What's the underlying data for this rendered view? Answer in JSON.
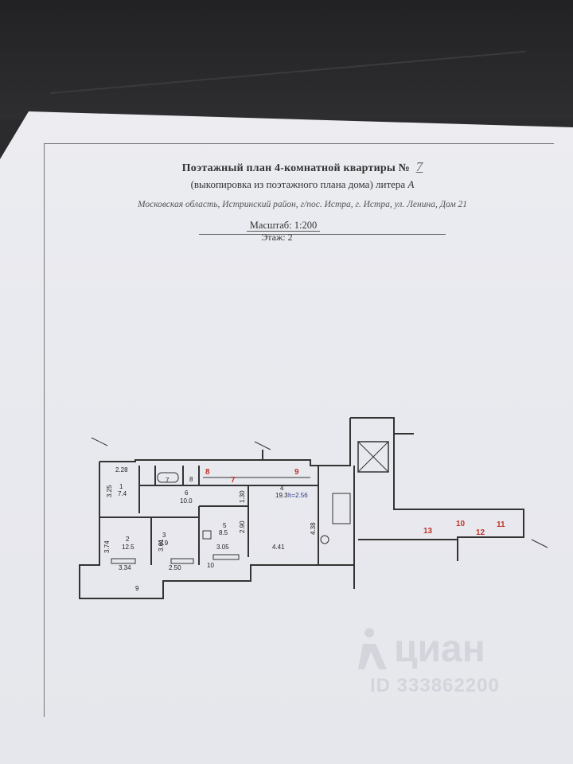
{
  "header": {
    "title": "Поэтажный план 4-комнатной квартиры №",
    "apartment_number": "7",
    "subtitle_main": "(выкопировка из поэтажного плана дома) литера",
    "subtitle_litera": "А",
    "address": "Московская область, Истринский район, г/пос. Истра, г. Истра, ул. Ленина, Дом 21",
    "scale": "Масштаб: 1:200",
    "floor": "Этаж: 2"
  },
  "plan": {
    "room_numbers": [
      "1",
      "2",
      "3",
      "4",
      "5",
      "6",
      "7",
      "8",
      "9",
      "10"
    ],
    "room_areas": {
      "r1": "7.4",
      "r2": "12.5",
      "r3": "8.9",
      "r4": "19.3",
      "r5": "8.5",
      "r6": "10.0"
    },
    "dimensions": {
      "d228": "2.28",
      "d325": "3.25",
      "d374": "3.74",
      "d334": "3.34",
      "d361": "3.61",
      "d250": "2.50",
      "d305": "3.05",
      "d290": "2.90",
      "d130": "1.30",
      "d441": "4.41",
      "d438": "4.38",
      "h": "h=2.56"
    },
    "red_labels": [
      "8",
      "7",
      "9",
      "13",
      "10",
      "12",
      "11"
    ],
    "red_color": "#c0342a"
  },
  "watermark": {
    "brand": "циан",
    "id": "ID 333862200"
  }
}
